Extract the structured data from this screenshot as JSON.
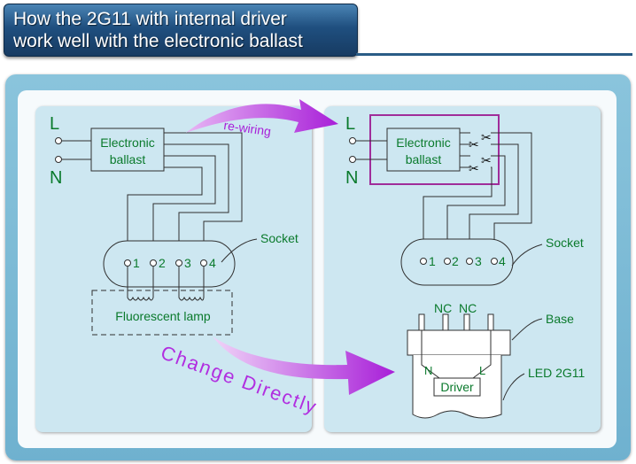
{
  "title": {
    "line1": "How the 2G11 with internal driver",
    "line2": "work well with the electronic ballast"
  },
  "left_diagram": {
    "L": "L",
    "N": "N",
    "ballast_line1": "Electronic",
    "ballast_line2": "ballast",
    "socket_label": "Socket",
    "pins": [
      "1",
      "2",
      "3",
      "4"
    ],
    "lamp_label": "Fluorescent lamp"
  },
  "right_diagram": {
    "L": "L",
    "N": "N",
    "ballast_line1": "Electronic",
    "ballast_line2": "ballast",
    "socket_label": "Socket",
    "pins": [
      "1",
      "2",
      "3",
      "4"
    ],
    "nc_labels": [
      "NC",
      "NC"
    ],
    "base_label": "Base",
    "n_label": "N",
    "l_label": "L",
    "driver_label": "Driver",
    "led_label": "LED 2G11",
    "cut_icon": "✂"
  },
  "arrows": {
    "rewiring_label": "re-wiring",
    "change_label": "Change Directly"
  },
  "colors": {
    "wire": "#2f2f2f",
    "label_green": "#0a7a2c",
    "arrow_purple": "#b12ee0",
    "highlight_box": "#a02d9a",
    "panel_blue": "#cde7f1",
    "title_blue": "#1f4f7f"
  }
}
